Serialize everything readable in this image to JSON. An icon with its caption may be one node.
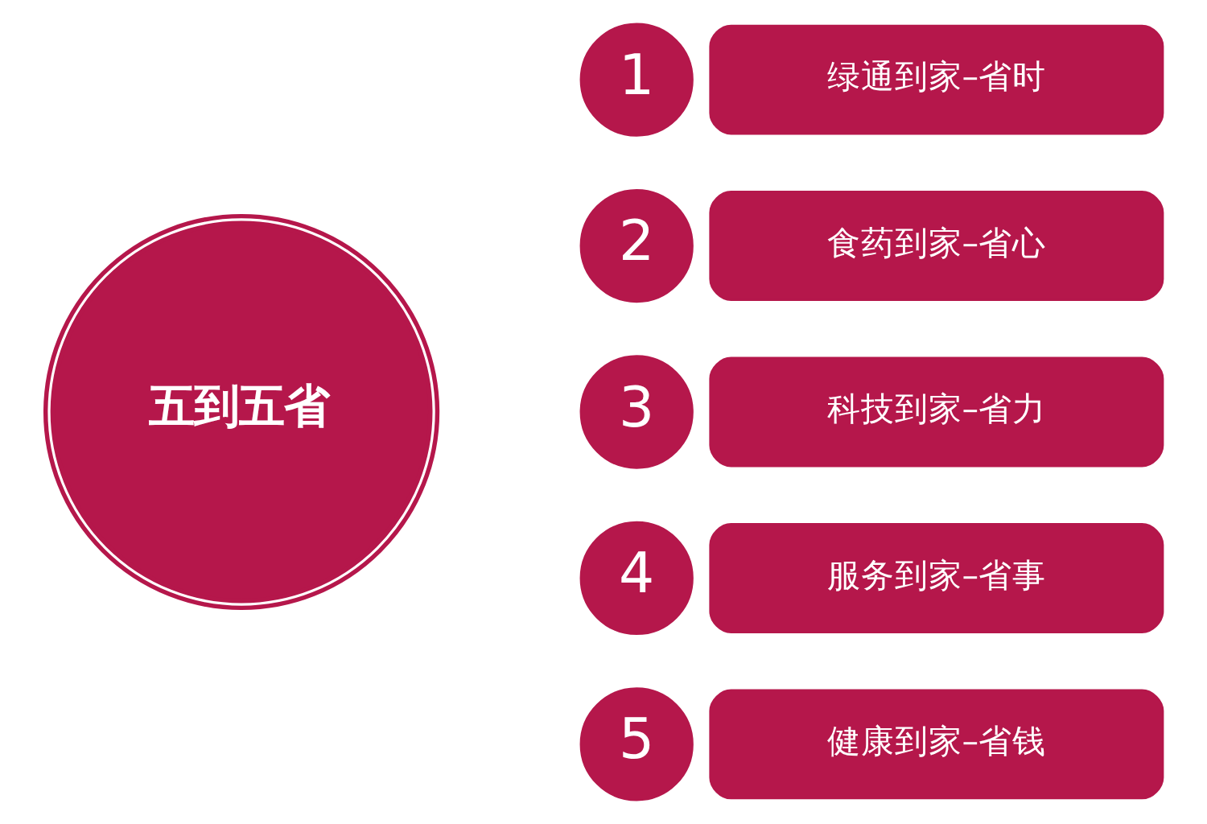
{
  "diagram": {
    "nodes": [
      {
        "text": [
          "五到五省"
        ]
      },
      {
        "text": [
          "1"
        ]
      },
      {
        "text": [
          "绿通到家–省时"
        ]
      },
      {
        "text": [
          "2"
        ]
      },
      {
        "text": [
          "食药到家–省心"
        ]
      },
      {
        "text": [
          "3"
        ]
      },
      {
        "text": [
          "科技到家–省力"
        ]
      },
      {
        "text": [
          "4"
        ]
      },
      {
        "text": [
          "服务到家–省事"
        ]
      },
      {
        "text": [
          "5"
        ]
      },
      {
        "text": [
          "健康到家–省钱"
        ]
      }
    ]
  }
}
